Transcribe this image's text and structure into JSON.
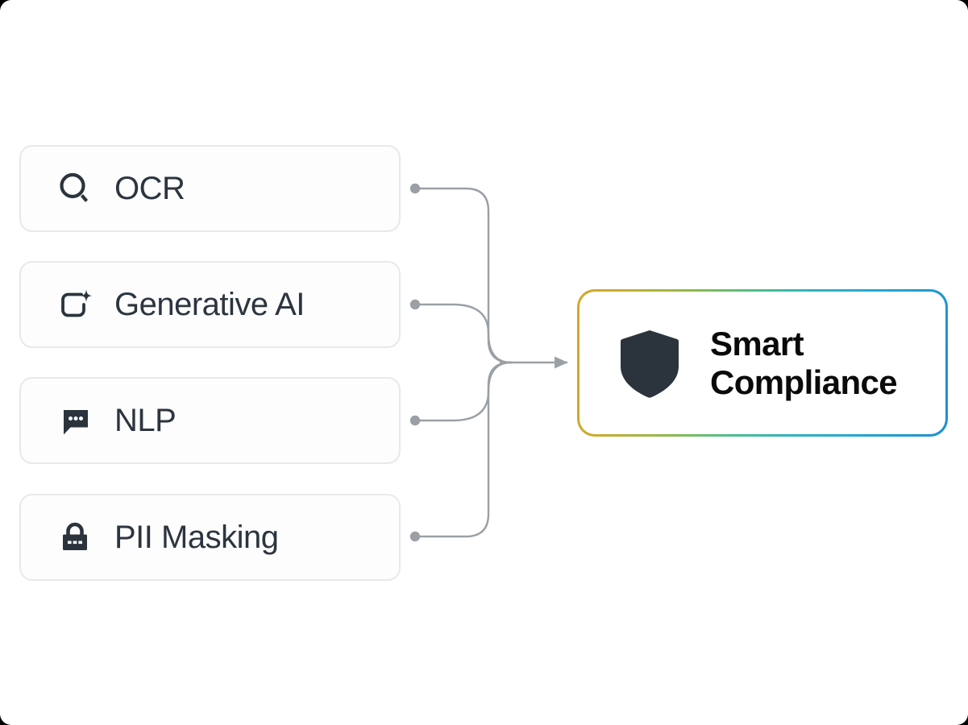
{
  "diagram": {
    "title": "Smart Compliance capability diagram",
    "colors": {
      "card_border": "#e8e9ea",
      "card_background": "#fdfdfd",
      "label_text": "#2c353f",
      "icon_dark": "#2b343c",
      "connector_line": "#9aa0a6",
      "connector_dot": "#9aa0a6",
      "target_text": "#0a0a0a",
      "gradient_start": "#d3a72a",
      "gradient_mid": "#4fbf86",
      "gradient_end": "#1b90cf",
      "canvas_background": "#ffffff",
      "backdrop": "#000000"
    },
    "features": [
      {
        "id": "ocr",
        "label": "OCR",
        "icon": "magnifier-icon"
      },
      {
        "id": "generative-ai",
        "label": "Generative AI",
        "icon": "sparkle-frame-icon"
      },
      {
        "id": "nlp",
        "label": "NLP",
        "icon": "chat-bubble-dots-icon"
      },
      {
        "id": "pii-masking",
        "label": "PII Masking",
        "icon": "padlock-dots-icon"
      }
    ],
    "target": {
      "id": "smart-compliance",
      "icon": "shield-icon",
      "title_line1": "Smart",
      "title_line2": "Compliance"
    },
    "connector": {
      "arrow_direction": "right",
      "source_count": 4,
      "style": "rounded-elbow-merge"
    }
  }
}
